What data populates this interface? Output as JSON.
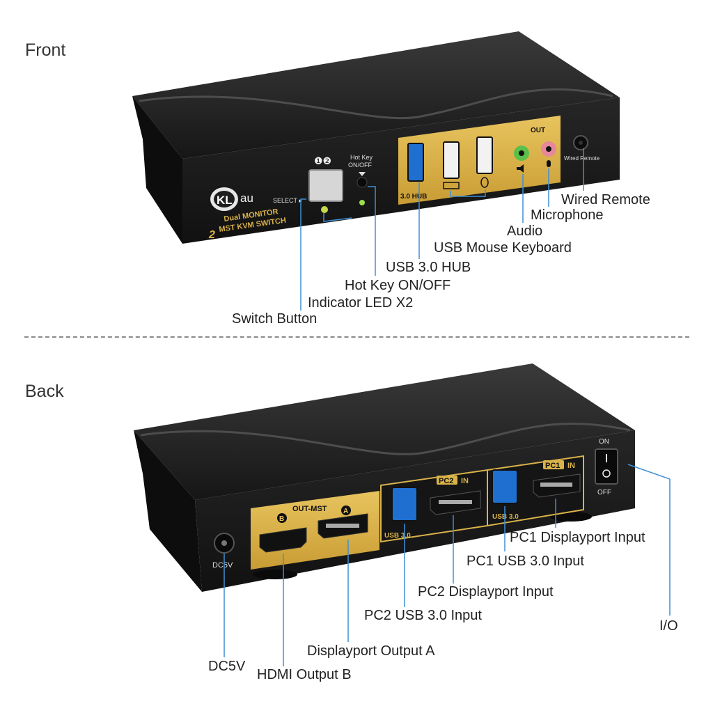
{
  "front": {
    "heading": "Front",
    "brand": {
      "logo_mark": "KL",
      "logo_suffix": "au",
      "line1": "Dual MONITOR",
      "line2": "MST KVM SWITCH",
      "port_mark": "2"
    },
    "panel": {
      "select": "SELECT ▸",
      "nums": "❶❷",
      "hotkey_line1": "Hot Key",
      "hotkey_line2": "ON/OFF",
      "hub_label": "3.0 HUB",
      "out_label": "OUT",
      "wired_remote_label": "Wired Remote"
    },
    "callouts": {
      "wired_remote": "Wired Remote",
      "microphone": "Microphone",
      "audio": "Audio",
      "usb_mouse_keyboard": "USB Mouse Keyboard",
      "usb_hub": "USB 3.0 HUB",
      "hotkey": "Hot Key ON/OFF",
      "indicator": "Indicator LED X2",
      "switch_button": "Switch Button"
    }
  },
  "back": {
    "heading": "Back",
    "panel": {
      "out_mst": "OUT-MST",
      "b_mark": "B",
      "a_mark": "A",
      "pc2_tag": "PC2",
      "pc1_tag": "PC1",
      "in_label": "IN",
      "usb30_left": "USB 3.0",
      "usb30_right": "USB 3.0",
      "dc5v_label": "DC5V",
      "on_label": "ON",
      "off_label": "OFF"
    },
    "callouts": {
      "pc1_dp": "PC1 Displayport Input",
      "pc1_usb": "PC1 USB 3.0 Input",
      "pc2_dp": "PC2 Displayport Input",
      "pc2_usb": "PC2 USB 3.0 Input",
      "io": "I/O",
      "dp_out_a": "Displayport Output  A",
      "dc5v": "DC5V",
      "hdmi_out_b": "HDMI Output  B"
    }
  },
  "colors": {
    "body_dark": "#1f1f1f",
    "panel_gold": "#d9b24a",
    "usb_blue": "#1f6fd1",
    "leader_blue": "#3f8fd6",
    "led_green": "#9be04a",
    "audio_green": "#5bbf4a",
    "mic_pink": "#e6889a"
  }
}
